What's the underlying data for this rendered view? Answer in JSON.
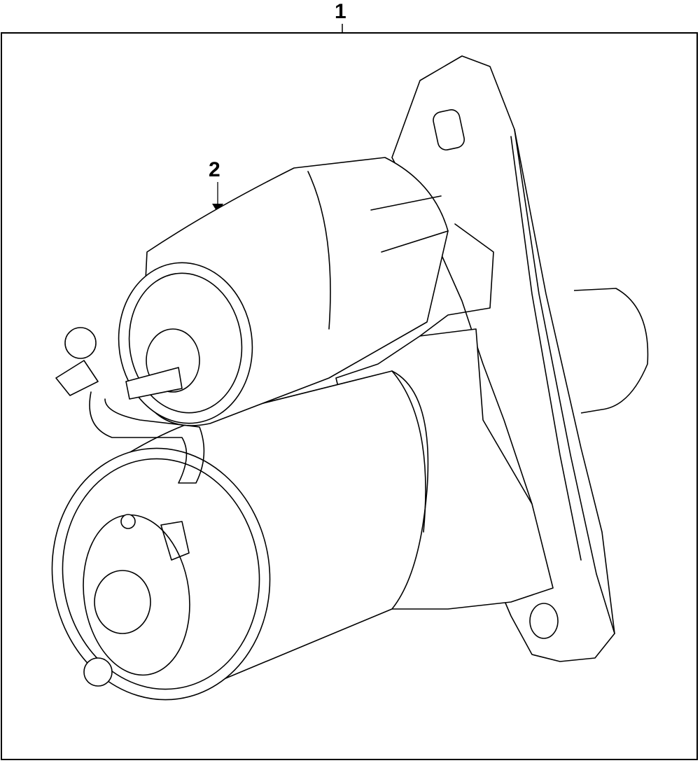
{
  "diagram": {
    "type": "exploded parts diagram",
    "subject": "starter motor assembly",
    "callouts": [
      {
        "number": "1",
        "label": "1",
        "target": "starter-assembly"
      },
      {
        "number": "2",
        "label": "2",
        "target": "solenoid"
      }
    ],
    "colors": {
      "line": "#000000",
      "background": "#ffffff"
    }
  }
}
